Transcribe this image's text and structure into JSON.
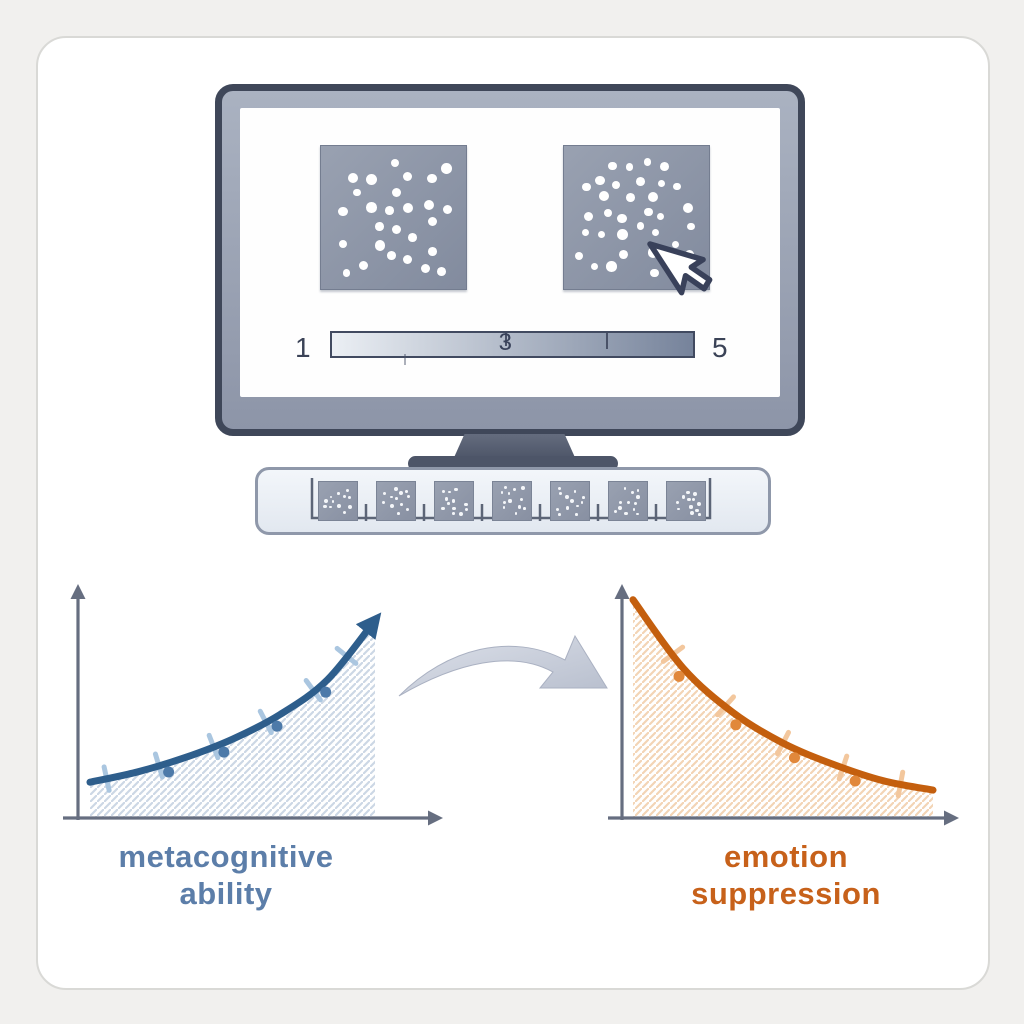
{
  "scene": {
    "background": "#f1f0ee",
    "card_bg": "#ffffff",
    "card_border": "#d9d9d6",
    "axis_color": "#666e80",
    "transition_arrow_color": "#c9cfdc"
  },
  "monitor": {
    "frame_color": "#3f4759",
    "bezel_color": "#9aa2b3",
    "screen_color": "#fefefe",
    "stand_color": "#4d5568",
    "left_patch": {
      "dot_count": 27,
      "bg": "#99a1b1",
      "bg_dark": "#828b9e",
      "dot_color": "#ffffff"
    },
    "right_patch": {
      "dot_count": 35,
      "bg": "#99a1b1",
      "bg_dark": "#828b9e",
      "dot_color": "#ffffff"
    },
    "cursor": "mouse-pointer-over-right-patch",
    "rating_scale": {
      "min_label": "1",
      "mid_label": "3",
      "max_label": "5",
      "gradient_start": "#ebeff4",
      "gradient_end": "#76839b"
    }
  },
  "trial_strip": {
    "thumbnail_count": 7,
    "dots_per_thumbnail": 12,
    "thumb_bg": "#99a1b1",
    "thumb_bg_dark": "#8890a2",
    "timeline_color": "#5c6577"
  },
  "chart_data": [
    {
      "type": "line",
      "title": "metacognitive ability",
      "trend": "increasing",
      "end_arrow": true,
      "x": [
        0,
        1,
        2,
        3,
        4,
        5,
        6
      ],
      "series": [
        {
          "name": "metacognitive ability",
          "values": [
            0.16,
            0.21,
            0.28,
            0.37,
            0.49,
            0.66,
            0.95
          ]
        }
      ],
      "marker_positions": [
        1.6,
        2.75,
        3.85,
        4.85
      ],
      "tick_positions": [
        0.35,
        1.45,
        2.6,
        3.7,
        4.7,
        5.4
      ],
      "color": "#2e5e8c",
      "marker_color": "#4d7aa9",
      "tick_color": "#aac6e0",
      "hatch_color": "#ccd7e5",
      "xlabel": "",
      "ylabel": "",
      "xlim": [
        0,
        6
      ],
      "ylim": [
        0,
        1
      ],
      "grid": false,
      "legend": false
    },
    {
      "type": "line",
      "title": "emotion suppression",
      "trend": "decreasing",
      "end_arrow": false,
      "x": [
        0,
        1,
        2,
        3,
        4,
        5,
        6
      ],
      "series": [
        {
          "name": "emotion suppression",
          "values": [
            0.95,
            0.66,
            0.47,
            0.34,
            0.25,
            0.18,
            0.14
          ]
        }
      ],
      "marker_positions": [
        1.05,
        2.15,
        3.3,
        4.5
      ],
      "tick_positions": [
        0.8,
        1.85,
        3.0,
        4.2,
        5.35
      ],
      "color": "#c45f0e",
      "marker_color": "#e1883b",
      "tick_color": "#f3c79d",
      "hatch_color": "#f3d4b5",
      "xlabel": "",
      "ylabel": "",
      "xlim": [
        0,
        6
      ],
      "ylim": [
        0,
        1
      ],
      "grid": false,
      "legend": false
    }
  ],
  "labels": {
    "left": {
      "line1": "metacognitive",
      "line2": "ability",
      "color": "#5c7ea9"
    },
    "right": {
      "line1": "emotion",
      "line2": "suppression",
      "color": "#c7611a"
    }
  }
}
